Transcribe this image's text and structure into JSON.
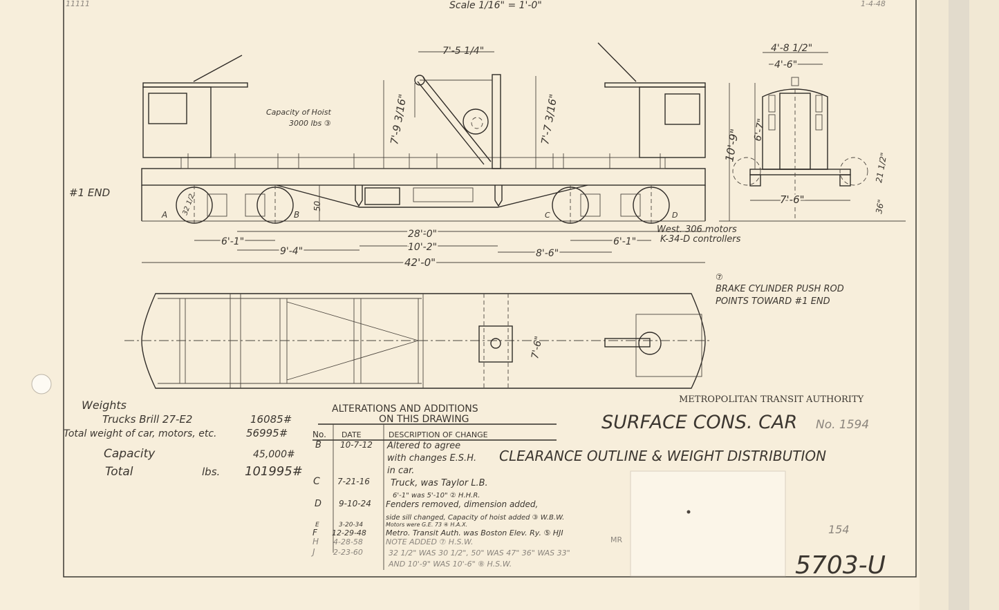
{
  "header": {
    "scale": "Scale 1/16\" = 1'-0\"",
    "corner_left": "11111",
    "corner_right": "1-4-48"
  },
  "elevation": {
    "end_label": "#1 END",
    "hoist_capacity": "Capacity of Hoist",
    "hoist_value": "3000 lbs ③",
    "dim_boom": "7'-5 1/4\"",
    "dim_height_left": "7'-9 3/16\"",
    "dim_height_right": "7'-7 3/16\"",
    "dim_wheel": "32 1/2",
    "dim_50": "50",
    "wheel_labels": [
      "A",
      "B",
      "C",
      "D"
    ],
    "dim_28": "28'-0\"",
    "dim_6_1_left": "6'-1\"",
    "dim_9_4": "9'-4\"",
    "dim_10_2": "10'-2\"",
    "dim_8_6": "8'-6\"",
    "dim_6_1_right": "6'-1\"",
    "dim_42": "42'-0\"",
    "motors": "West. 306 motors",
    "controllers": "K-34-D controllers"
  },
  "end_view": {
    "dim_4_8": "4'-8 1/2\"",
    "dim_4_6": "4'-6\"",
    "dim_10_9": "10'-9\"",
    "dim_6_7": "6'-7\"",
    "dim_7_6": "7'-6\"",
    "dim_36": "36\"",
    "dim_21": "21 1/2\""
  },
  "note": {
    "marker": "⑦",
    "line1": "BRAKE CYLINDER PUSH ROD",
    "line2": "POINTS TOWARD #1 END"
  },
  "plan": {
    "dim_7_6": "7'-6\""
  },
  "weights": {
    "title": "Weights",
    "trucks_label": "Trucks Brill 27-E2",
    "trucks_value": "16085#",
    "total_car_label": "Total weight of car, motors, etc.",
    "total_car_value": "56995#",
    "capacity_label": "Capacity",
    "capacity_value": "45,000#",
    "total_label": "Total",
    "total_unit": "lbs.",
    "total_value": "101995#"
  },
  "alterations": {
    "title1": "ALTERATIONS AND ADDITIONS",
    "title2": "ON THIS DRAWING",
    "headers": [
      "No.",
      "DATE",
      "DESCRIPTION OF CHANGE"
    ],
    "rows": [
      {
        "no": "B",
        "date": "10-7-12",
        "desc": [
          "Altered to agree",
          "with changes  E.S.H.",
          "in car."
        ]
      },
      {
        "no": "C",
        "date": "7-21-16",
        "desc": [
          "Truck, was Taylor L.B.",
          "6'-1\" was 5'-10\"  ② H.H.R."
        ]
      },
      {
        "no": "D",
        "date": "9-10-24",
        "desc": [
          "Fenders removed, dimension added,",
          "side sill changed, Capacity of hoist added ③ W.B.W."
        ]
      },
      {
        "no": "E",
        "date": "3-20-34",
        "desc": [
          "Motors were G.E. 73 ④ H.A.X."
        ]
      },
      {
        "no": "F",
        "date": "12-29-48",
        "desc": [
          "Metro. Transit Auth. was Boston Elev. Ry. ⑤ HJI"
        ]
      },
      {
        "no": "H",
        "date": "4-28-58",
        "desc": [
          "NOTE ADDED ⑦ H.S.W."
        ]
      },
      {
        "no": "J",
        "date": "2-23-60",
        "desc": [
          "32 1/2\" WAS 30 1/2\", 50\" WAS 47\"  36\" WAS 33\"",
          "AND 10'-9\" WAS 10'-6\" ⑧ H.S.W."
        ]
      }
    ],
    "initials": "MR"
  },
  "title_block": {
    "authority": "METROPOLITAN TRANSIT AUTHORITY",
    "title": "SURFACE CONS. CAR",
    "car_no": "No. 1594",
    "subtitle": "CLEARANCE OUTLINE & WEIGHT DISTRIBUTION",
    "pencil_note": "154",
    "drawing_no": "5703-U"
  },
  "colors": {
    "paper": "#f7eedb",
    "ink": "#2f2b27",
    "label_patch": "#fbf5e8"
  }
}
